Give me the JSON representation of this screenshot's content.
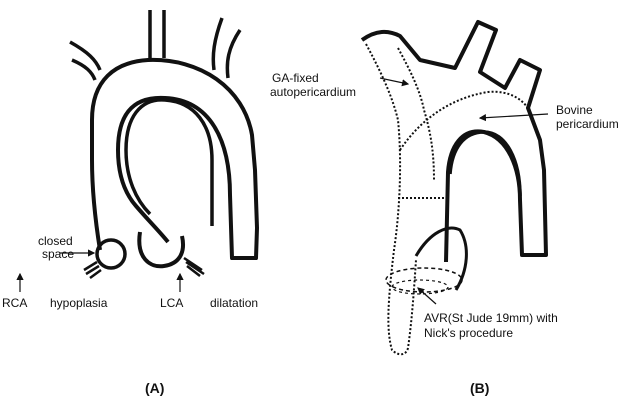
{
  "panel_a": {
    "caption": "(A)",
    "labels": {
      "closed_space_line1": "closed",
      "closed_space_line2": "space",
      "rca": "RCA",
      "hypoplasia": "hypoplasia",
      "lca": "LCA",
      "dilatation": "dilatation"
    }
  },
  "panel_b": {
    "caption": "(B)",
    "labels": {
      "ga_fixed_line1": "GA-fixed",
      "ga_fixed_line2": "autopericardium",
      "bovine_line1": "Bovine",
      "bovine_line2": "pericardium",
      "avr_line1": "AVR(St  Jude 19mm) with",
      "avr_line2": "Nick's procedure"
    }
  },
  "colors": {
    "ink": "#111111",
    "background": "#ffffff"
  }
}
